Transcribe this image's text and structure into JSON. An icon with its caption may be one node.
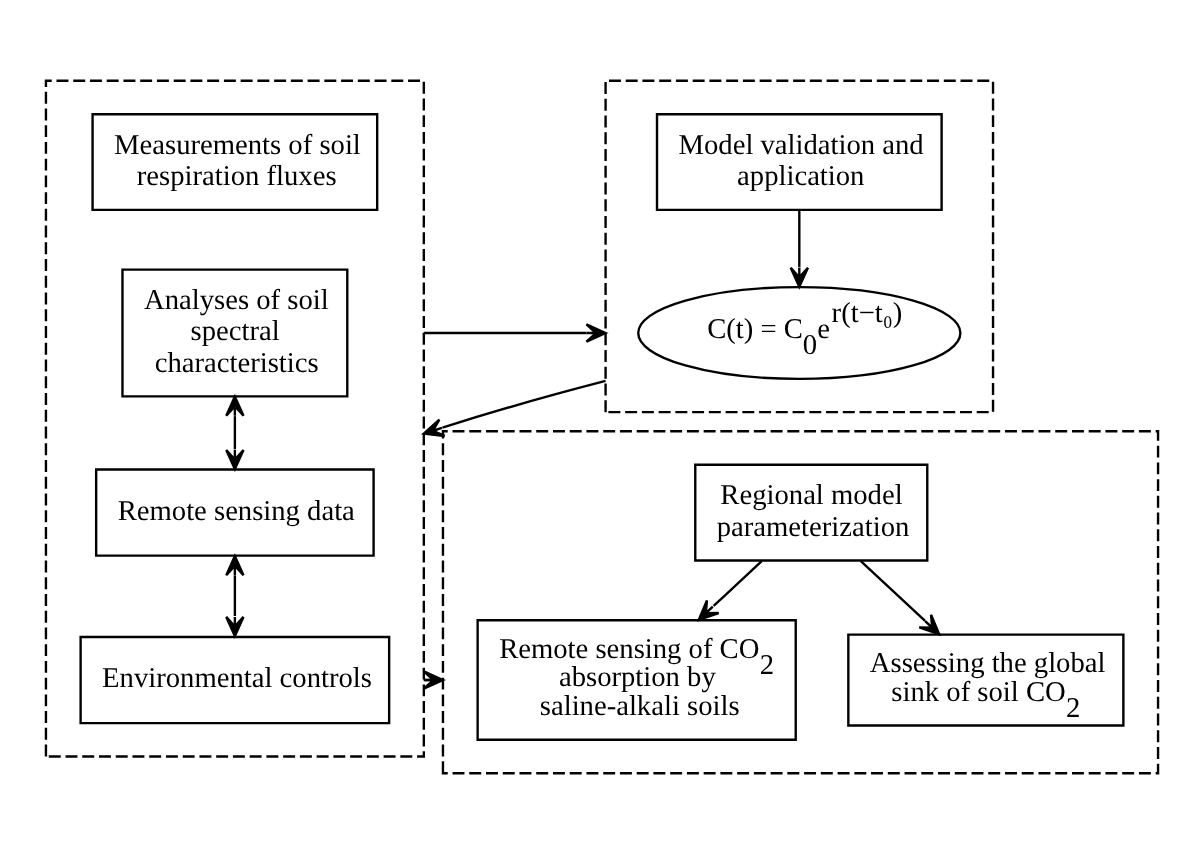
{
  "diagram": {
    "nodes": [
      {
        "text": [],
        "shape": "box"
      },
      {
        "text": [
          "Measurements of soil respiration fluxes"
        ],
        "in": 0
      },
      {
        "text": [
          "Analyses of soil spectral characteristics"
        ],
        "in": 0
      },
      {
        "text": [
          "Remote sensing data"
        ],
        "in": 0
      },
      {
        "text": [
          "Environmental controls"
        ],
        "in": 0
      },
      {
        "text": [],
        "shape": "box"
      },
      {
        "text": [
          "Model validation and application"
        ],
        "in": 5
      },
      {
        "text": [
          "C(t) = C$_{0}$e$^{r(t−t₀)}$"
        ],
        "in": 5
      },
      {
        "text": [],
        "shape": "box"
      },
      {
        "text": [
          "Regional model parameterization"
        ],
        "in": 8
      },
      {
        "text": [
          "Remote sensing of CO$_{2}$ absorption by saline-alkali soils"
        ],
        "in": 8
      },
      {
        "text": [
          "Assessing the global sink of soil CO$_{2}$"
        ],
        "in": 8
      }
    ],
    "edges": [
      {
        "from": 2,
        "to": 3,
        "arrow": "both"
      },
      {
        "from": 3,
        "to": 4,
        "arrow": "both"
      },
      {
        "from": 0,
        "to": 5,
        "arrow": "to"
      },
      {
        "from": 6,
        "to": 7,
        "arrow": "to"
      },
      {
        "from": 5,
        "to": 0,
        "arrow": "to"
      },
      {
        "from": 0,
        "to": 8,
        "arrow": "to"
      },
      {
        "from": 9,
        "to": 10,
        "arrow": "to"
      },
      {
        "from": 9,
        "to": 11,
        "arrow": "to"
      }
    ]
  }
}
